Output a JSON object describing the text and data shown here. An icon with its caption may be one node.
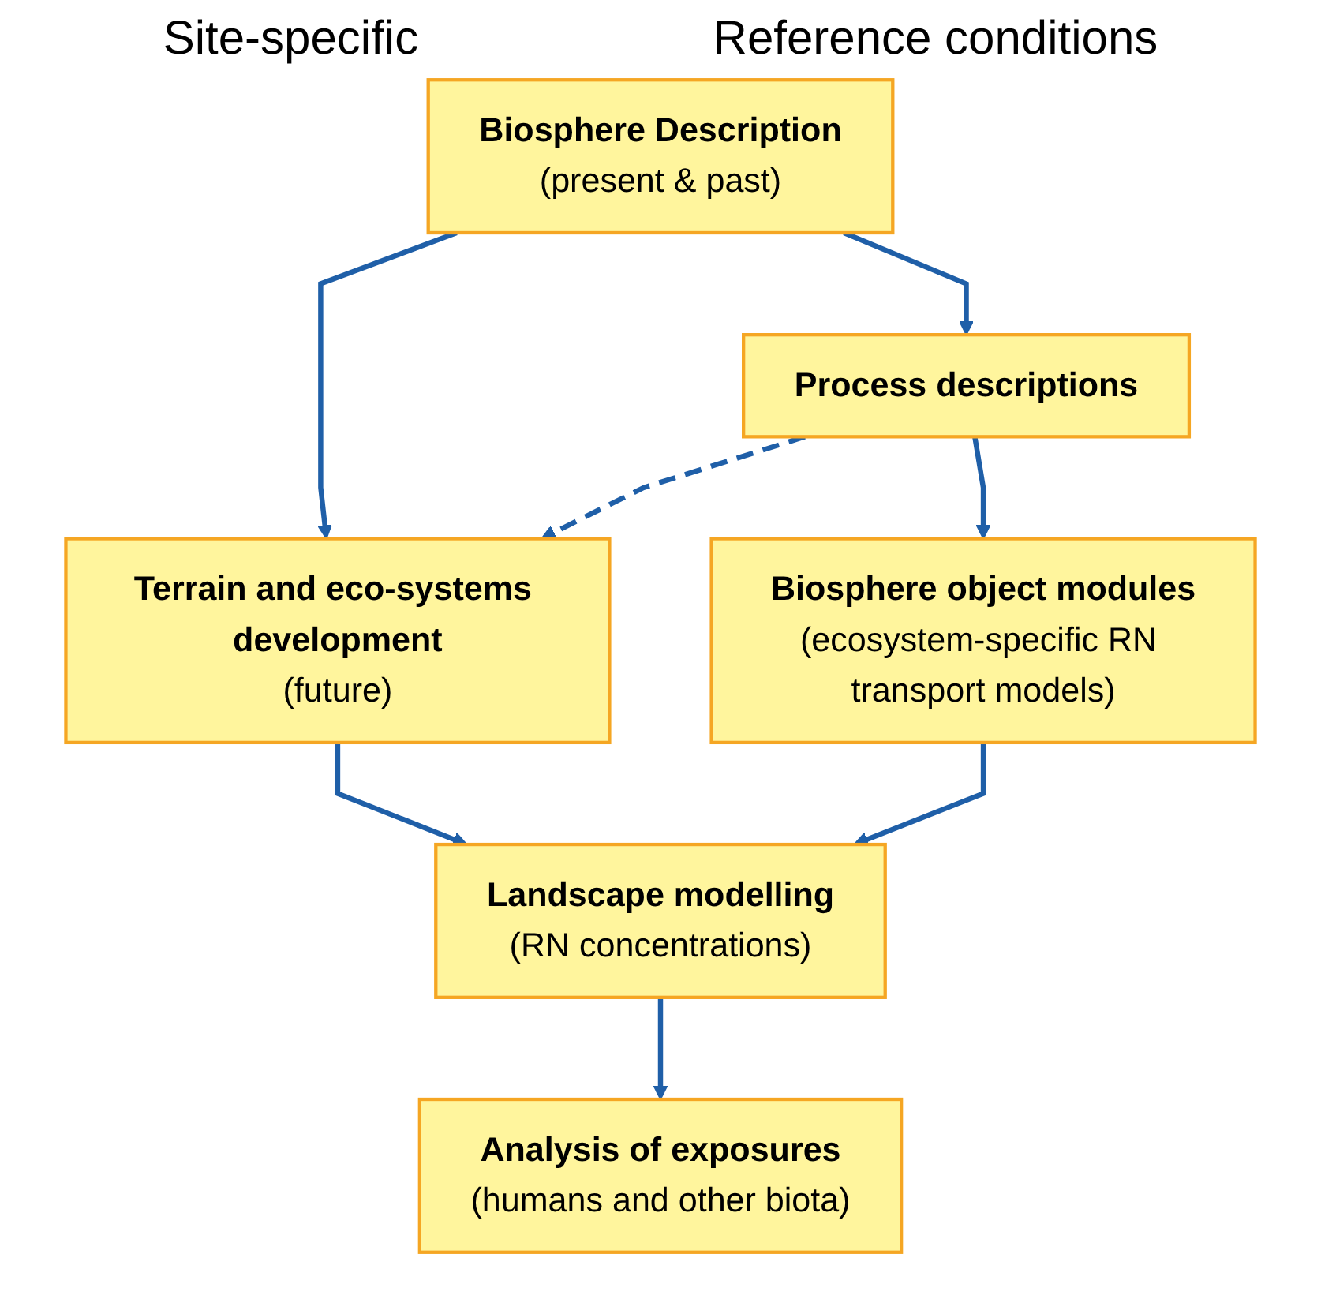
{
  "diagram": {
    "nodes": [
      {
        "text": [
          "Biosphere Description",
          "(present & past)"
        ]
      },
      {
        "text": [
          "Process descriptions"
        ]
      },
      {
        "text": [
          "Terrain and eco-systems development",
          "(future)"
        ]
      },
      {
        "text": [
          "Biosphere object modules",
          "(ecosystem-specific RN transport models)"
        ]
      },
      {
        "text": [
          "Landscape modelling",
          "(RN concentrations)"
        ]
      },
      {
        "text": [
          "Analysis of exposures",
          "(humans and other biota)"
        ]
      }
    ],
    "edges": [
      {
        "from": 0,
        "to": 1,
        "arrow": "to"
      },
      {
        "from": 0,
        "to": 2,
        "arrow": "to"
      },
      {
        "from": 1,
        "to": 2,
        "arrow": "to",
        "style": "dashed"
      },
      {
        "from": 1,
        "to": 3,
        "arrow": "to"
      },
      {
        "from": 2,
        "to": 4,
        "arrow": "to"
      },
      {
        "from": 3,
        "to": 4,
        "arrow": "to"
      },
      {
        "from": 4,
        "to": 5,
        "arrow": "to"
      }
    ],
    "labels": [
      "Site-specific",
      "Reference conditions"
    ]
  }
}
